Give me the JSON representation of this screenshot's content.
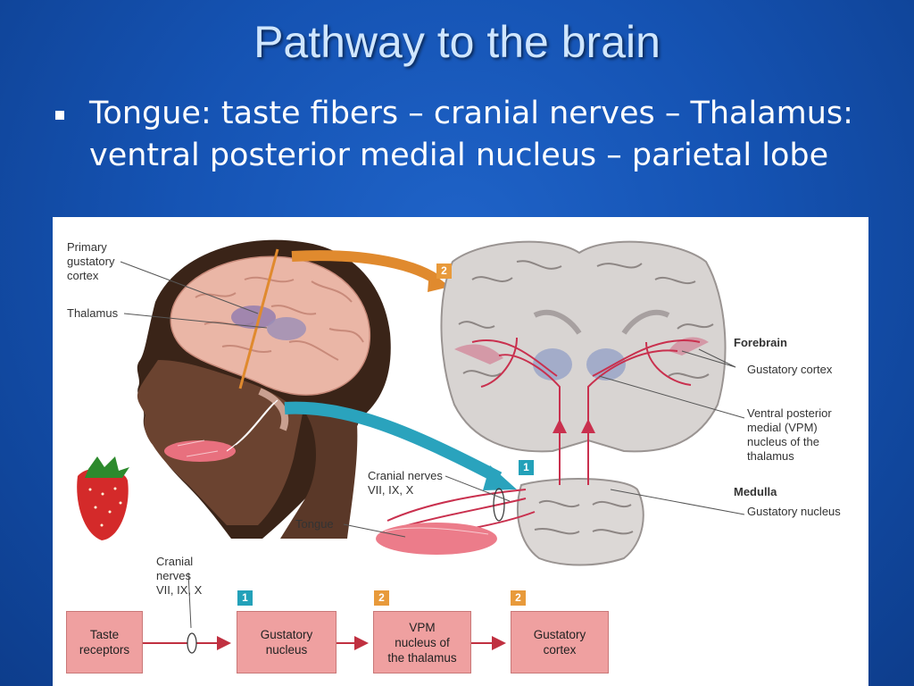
{
  "slide": {
    "title": "Pathway to the brain",
    "bullet": "Tongue: taste fibers – cranial nerves – Thalamus: ventral posterior medial nucleus – parietal lobe"
  },
  "figure": {
    "labels": {
      "primary_gustatory_cortex": "Primary\ngustatory\ncortex",
      "thalamus": "Thalamus",
      "cranial_nerves_mid": "Cranial nerves\nVII, IX, X",
      "tongue": "Tongue",
      "cranial_nerves_bottom": "Cranial\nnerves\nVII, IX, X",
      "forebrain": "Forebrain",
      "gustatory_cortex": "Gustatory cortex",
      "vpm": "Ventral posterior\nmedial (VPM)\nnucleus of the\nthalamus",
      "medulla": "Medulla",
      "gustatory_nucleus": "Gustatory nucleus"
    },
    "steps": {
      "step1": "1",
      "step2": "2"
    },
    "flow": {
      "box1": "Taste\nreceptors",
      "box2": "Gustatory\nnucleus",
      "box3": "VPM\nnucleus of\nthe thalamus",
      "box4": "Gustatory\ncortex"
    },
    "colors": {
      "orange_arrow": "#e08a2e",
      "teal_arrow": "#2aa3bd",
      "pathway_red": "#c9304e",
      "flow_box": "#efa0a0"
    }
  }
}
